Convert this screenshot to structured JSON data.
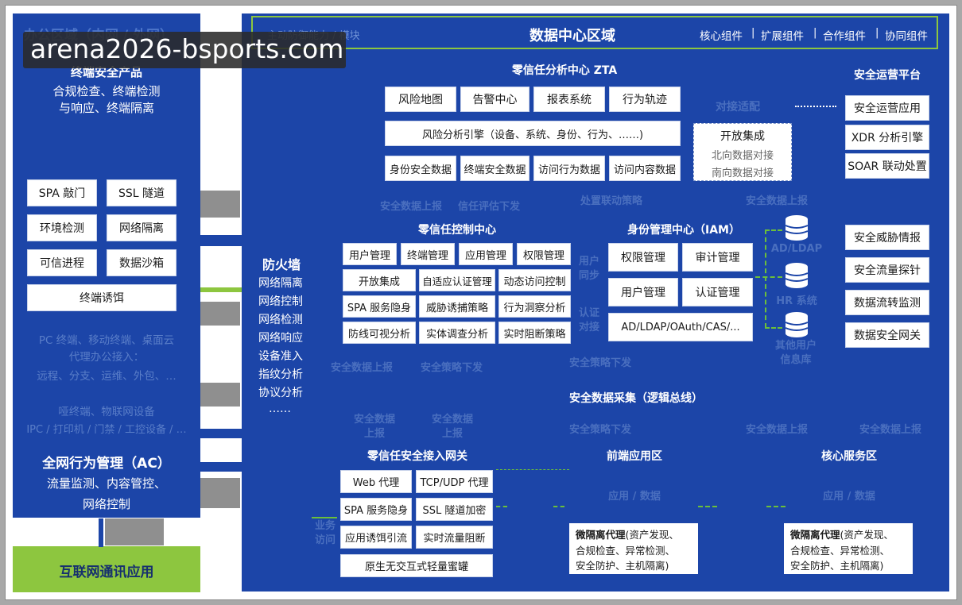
{
  "watermark": "arena2026-bsports.com",
  "office": {
    "title": "办公区域（内网 / 外网）",
    "endpoint_product_title": "终端安全产品",
    "endpoint_product_desc1": "合规检查、终端检测",
    "endpoint_product_desc2": "与响应、终端隔离",
    "grid": [
      "SPA 敲门",
      "SSL 隧道",
      "环境检测",
      "网络隔离",
      "可信进程",
      "数据沙箱"
    ],
    "decoy": "终端诱饵",
    "pc_line1": "PC 终端、移动终端、桌面云",
    "pc_line2": "代理办公接入：",
    "pc_line3": "远程、分支、运维、外包、…",
    "dumb_line1": "哑终端、物联网设备",
    "dumb_line2": "IPC / 打印机 / 门禁 / 工控设备 / …",
    "ac_title": "全网行为管理（AC）",
    "ac_line1": "流量监测、内容管控、",
    "ac_line2": "网络控制",
    "internet_app": "互联网通讯应用"
  },
  "firewall": {
    "title": "防火墙",
    "items": [
      "网络隔离",
      "网络控制",
      "网络检测",
      "网络响应",
      "设备准入",
      "指纹分析",
      "协议分析",
      "……"
    ]
  },
  "header": {
    "left_label": "主动防御能力 / 模块",
    "title": "数据中心区域",
    "legend": [
      "核心组件",
      "扩展组件",
      "合作组件",
      "协同组件"
    ]
  },
  "zta": {
    "title": "零信任分析中心 ZTA",
    "row1": [
      "风险地图",
      "告警中心",
      "报表系统",
      "行为轨迹"
    ],
    "engine": "风险分析引擎（设备、系统、身份、行为、……)",
    "row3": [
      "身份安全数据",
      "终端安全数据",
      "访问行为数据",
      "访问内容数据"
    ]
  },
  "adapter": {
    "title": "对接适配",
    "open_title": "开放集成",
    "north": "北向数据对接",
    "south": "南向数据对接"
  },
  "soc": {
    "title": "安全运营平台",
    "items": [
      "安全运营应用",
      "XDR 分析引擎",
      "SOAR 联动处置"
    ]
  },
  "labels": {
    "report1": "安全数据上报",
    "trust_down": "信任评估下发",
    "handle_policy": "处置联动策略",
    "report2": "安全数据上报",
    "user_sync": "用户同步",
    "auth_connect": "认证对接",
    "report3": "安全数据上报",
    "policy_down1": "安全策略下发",
    "policy_down2": "安全策略下发",
    "data_collect": "安全数据采集（逻辑总线）",
    "report_a": "安全数据上报",
    "report_b": "安全数据上报",
    "policy_down3": "安全策略下发",
    "report_c": "安全数据上报",
    "report_d": "安全数据上报",
    "business_access": "业务访问"
  },
  "ztc": {
    "title": "零信任控制中心",
    "items": [
      "用户管理",
      "终端管理",
      "应用管理",
      "权限管理",
      "开放集成",
      "自适应认证管理",
      "动态访问控制",
      "SPA 服务隐身",
      "威胁诱捕策略",
      "行为洞察分析",
      "防线可视分析",
      "实体调查分析",
      "实时阻断策略"
    ]
  },
  "iam": {
    "title": "身份管理中心（IAM）",
    "items": [
      "权限管理",
      "审计管理",
      "用户管理",
      "认证管理"
    ],
    "protocols": "AD/LDAP/OAuth/CAS/..."
  },
  "dbs": [
    "AD/LDAP",
    "HR 系统",
    "其他用户信息库"
  ],
  "right_services": [
    "安全威胁情报",
    "安全流量探针",
    "数据流转监测",
    "数据安全网关"
  ],
  "gateway": {
    "title": "零信任安全接入网关",
    "items": [
      "Web 代理",
      "TCP/UDP 代理",
      "SPA 服务隐身",
      "SSL 隧道加密",
      "应用诱饵引流",
      "实时流量阻断"
    ],
    "honeypot": "原生无交互式轻量蜜罐"
  },
  "front": {
    "title": "前端应用区",
    "app": "应用 / 数据",
    "micro_title": "微隔离代理",
    "micro_desc1": "(资产发现、",
    "micro_desc2": "合规检查、异常检测、",
    "micro_desc3": "安全防护、主机隔离)"
  },
  "core": {
    "title": "核心服务区",
    "app": "应用 / 数据",
    "micro_title": "微隔离代理",
    "micro_desc1": "(资产发现、",
    "micro_desc2": "合规检查、异常检测、",
    "micro_desc3": "安全防护、主机隔离)"
  },
  "colors": {
    "blue": "#1c45a8",
    "green": "#8dc63f",
    "watermark_bg": "#2a2a2a"
  }
}
